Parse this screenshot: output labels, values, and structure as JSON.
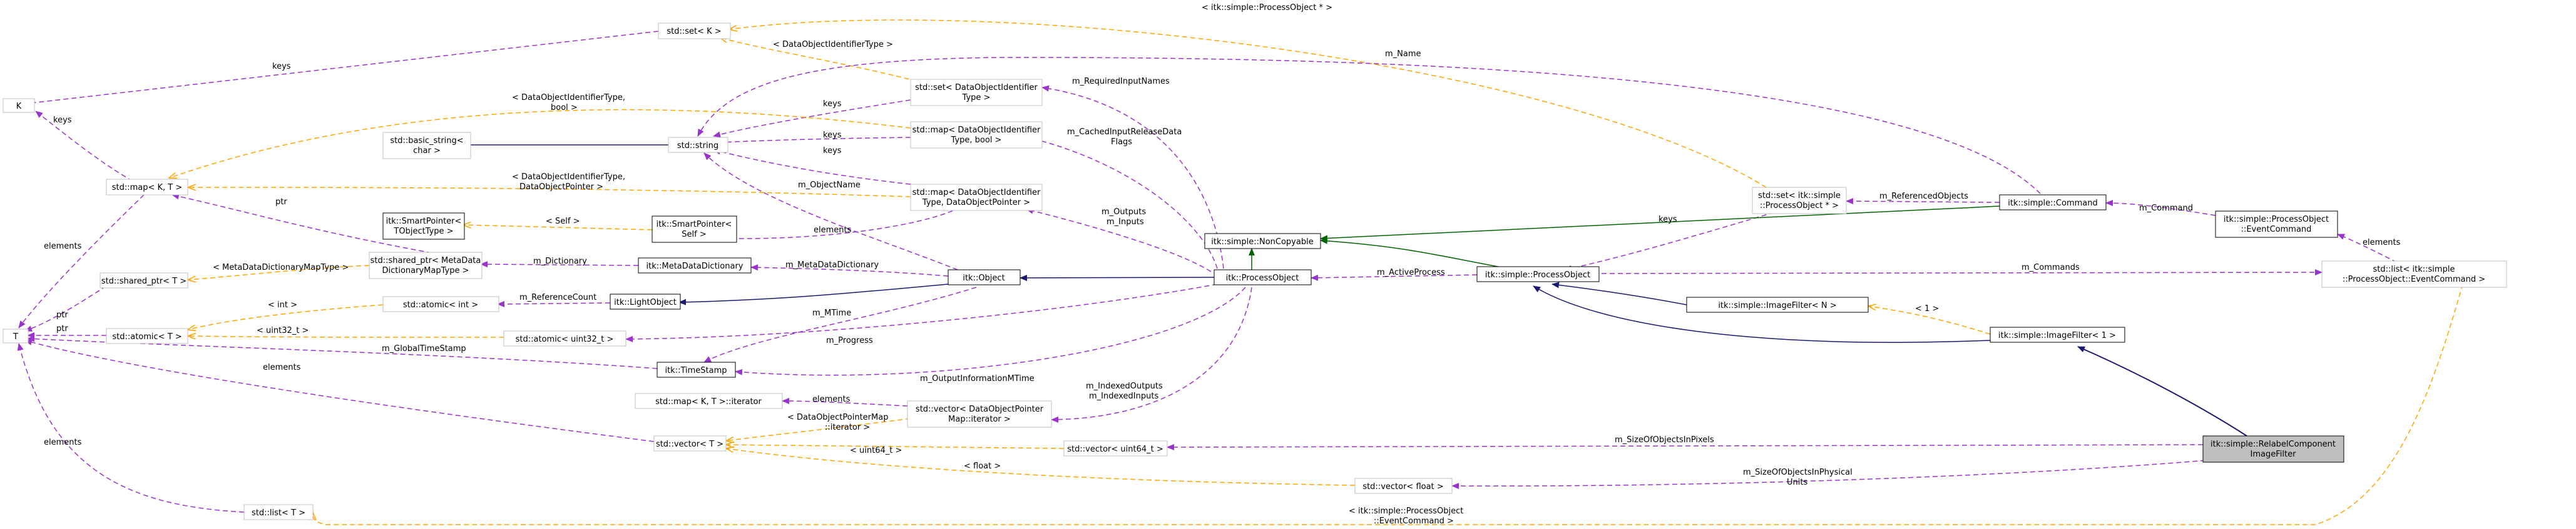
{
  "colors": {
    "background": "#ffffff",
    "node_border_gray": "#bfbfbf",
    "node_border_black": "#000000",
    "highlight_fill": "#bfbfbf",
    "usage_edge": "#9a32cd",
    "template_edge": "#ffa500",
    "inherit_public": "#191970",
    "inherit_private": "#006400"
  },
  "nodes": {
    "K": "K",
    "set_K": "std::set< K >",
    "set_doid": [
      "std::set< DataObjectIdentifier",
      "Type >"
    ],
    "map_doid_bool": [
      "std::map< DataObjectIdentifier",
      "Type, bool >"
    ],
    "map_doid_ptr": [
      "std::map< DataObjectIdentifier",
      "Type, DataObjectPointer >"
    ],
    "string": "std::string",
    "basic_string": [
      "std::basic_string<",
      "char >"
    ],
    "map_KT": "std::map< K, T >",
    "smartptr_T": [
      "itk::SmartPointer<",
      "TObjectType >"
    ],
    "smartptr_self": [
      "itk::SmartPointer<",
      "Self >"
    ],
    "shared_ptr_mdd": [
      "std::shared_ptr< MetaData",
      "DictionaryMapType >"
    ],
    "meta_dict": "itk::MetaDataDictionary",
    "shared_ptr_T": "std::shared_ptr< T >",
    "atomic_int": "std::atomic< int >",
    "light_object": "itk::LightObject",
    "object": "itk::Object",
    "T": "T",
    "atomic_T": "std::atomic< T >",
    "atomic_uint32": "std::atomic< uint32_t >",
    "timestamp": "itk::TimeStamp",
    "map_iterator": "std::map< K, T >::iterator",
    "vector_dop_iter": [
      "std::vector< DataObjectPointer",
      "Map::iterator >"
    ],
    "vector_T": "std::vector< T >",
    "vector_uint64": "std::vector< uint64_t >",
    "vector_float": "std::vector< float >",
    "list_T": "std::list< T >",
    "noncopyable": "itk::simple::NonCopyable",
    "process_object": "itk::ProcessObject",
    "simple_process_object": "itk::simple::ProcessObject",
    "set_spo": [
      "std::set< itk::simple",
      "::ProcessObject * >"
    ],
    "command": "itk::simple::Command",
    "event_command": [
      "itk::simple::ProcessObject",
      "::EventCommand"
    ],
    "list_event": [
      "std::list< itk::simple",
      "::ProcessObject::EventCommand >"
    ],
    "imagefilter_N": "itk::simple::ImageFilter< N >",
    "imagefilter_1": "itk::simple::ImageFilter< 1 >",
    "relabel": [
      "itk::simple::RelabelComponent",
      "ImageFilter"
    ]
  },
  "edge_labels": {
    "spo_set_K": "< itk::simple::ProcessObject * >",
    "doid_set_K": "< DataObjectIdentifierType >",
    "keys_set_K": "keys",
    "keys_map_KT": "keys",
    "keys_set_doid": "keys",
    "keys_map_bool": "keys",
    "keys_map_ptr": "keys",
    "doid_bool_map": [
      "< DataObjectIdentifierType,",
      "bool >"
    ],
    "doid_ptr_map": [
      "< DataObjectIdentifierType,",
      "DataObjectPointer >"
    ],
    "m_required": "m_RequiredInputNames",
    "m_name": "m_Name",
    "m_cached": [
      "m_CachedInputReleaseData",
      "Flags"
    ],
    "m_objectname": "m_ObjectName",
    "m_outputs": [
      "m_Outputs",
      "m_Inputs"
    ],
    "self": "< Self >",
    "elements_smart": "elements",
    "ptr_map": "ptr",
    "mdd_type": "< MetaDataDictionaryMapType >",
    "m_dictionary": "m_Dictionary",
    "m_metadata": "m_MetaDataDictionary",
    "elements_T": "elements",
    "ptr_shared": "ptr",
    "ptr_atomic": "ptr",
    "int_tmpl": "< int >",
    "m_refcount": "m_ReferenceCount",
    "uint32_tmpl": "< uint32_t >",
    "m_global": "m_GlobalTimeStamp",
    "m_mtime": "m_MTime",
    "m_progress": "m_Progress",
    "m_outinfo": "m_OutputInformationMTime",
    "elements_vecT": "elements",
    "elements_list": "elements",
    "elements_iter": "elements",
    "dop_iter_tmpl": [
      "< DataObjectPointerMap",
      "::iterator >"
    ],
    "m_indexed": [
      "m_IndexedOutputs",
      "m_IndexedInputs"
    ],
    "uint64_tmpl": "< uint64_t >",
    "float_tmpl": "< float >",
    "m_active": "m_ActiveProcess",
    "keys_spo": "keys",
    "m_refobj": "m_ReferencedObjects",
    "m_command": "m_Command",
    "elements_event": "elements",
    "m_commands": "m_Commands",
    "one_tmpl": "< 1 >",
    "m_sizepx": "m_SizeOfObjectsInPixels",
    "m_sizephys": [
      "m_SizeOfObjectsInPhysical",
      "Units"
    ],
    "event_list_tmpl": [
      "< itk::simple::ProcessObject",
      "::EventCommand >"
    ]
  }
}
